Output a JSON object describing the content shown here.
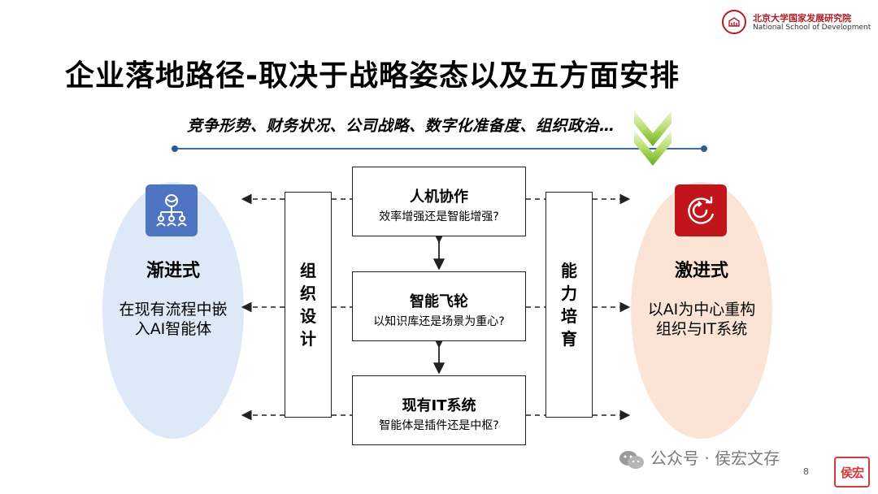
{
  "header": {
    "logo_cn": "北京大学国家发展研究院",
    "logo_en": "National School of Development"
  },
  "title": "企业落地路径-取决于战略姿态以及五方面安排",
  "subtitle": "竞争形势、财务状况、公司战略、数字化准备度、组织政治…",
  "left": {
    "title": "渐进式",
    "desc": "在现有流程中嵌入AI智能体",
    "icon": "org-hierarchy-icon",
    "color": "#4e74c2"
  },
  "right": {
    "title": "激进式",
    "desc": "以AI为中心重构组织与IT系统",
    "icon": "refresh-cycle-icon",
    "color": "#c2151b"
  },
  "pillars": {
    "org_design": "组织设计",
    "capability": "能力培育"
  },
  "boxes": [
    {
      "title": "人机协作",
      "sub": "效率增强还是智能增强?"
    },
    {
      "title": "智能飞轮",
      "sub": "以知识库还是场景为重心?"
    },
    {
      "title": "现有IT系统",
      "sub": "智能体是插件还是中枢?"
    }
  ],
  "footer": {
    "watermark": "公众号 · 侯宏文存",
    "page": "8",
    "stamp": "侯宏"
  },
  "colors": {
    "line": "#3b6aa6",
    "arrow_green": "#7fbf2f",
    "left_bg": "#dde9f6",
    "right_bg": "#fbe3d6"
  }
}
